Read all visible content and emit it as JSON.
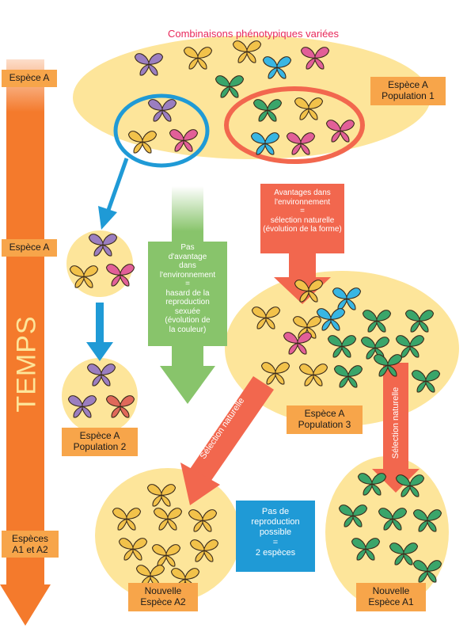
{
  "title": "Combinaisons phénotypiques variées",
  "timeline": {
    "label": "TEMPS",
    "marker_top": "Espèce A",
    "marker_mid": "Espèce A",
    "marker_bottom": "Espèces\nA1 et A2"
  },
  "labels": {
    "pop1": "Espèce A\nPopulation 1",
    "pop2": "Espèce A\nPopulation 2",
    "pop3": "Espèce A\nPopulation 3",
    "new_a2": "Nouvelle\nEspèce A2",
    "new_a1": "Nouvelle\nEspèce A1"
  },
  "notes": {
    "advantage": "Avantages dans\nl'environnement\n=\nsélection naturelle\n(évolution de la forme)",
    "no_advantage": "Pas\nd'avantage\ndans\nl'environnement\n=\nhasard de la\nreproduction\nsexuée\n(évolution de\nla couleur)",
    "no_repro": "Pas de\nreproduction\npossible\n=\n2 espèces",
    "selection_left": "Sélection naturelle",
    "selection_right": "Sélection naturelle"
  },
  "colors": {
    "orange_bar": "#f47a2c",
    "blob": "#fde59a",
    "label_bg": "#f7a54a",
    "blue": "#1f9ad6",
    "red": "#f2674e",
    "green": "#88c46b",
    "pink_title": "#e8285a"
  },
  "butterfly_colors": {
    "purple": "#9b7ec0",
    "yellow": "#f2c24a",
    "green": "#3aa56a",
    "blue": "#38b6e3",
    "pink": "#e25f98",
    "red": "#e0695a"
  }
}
